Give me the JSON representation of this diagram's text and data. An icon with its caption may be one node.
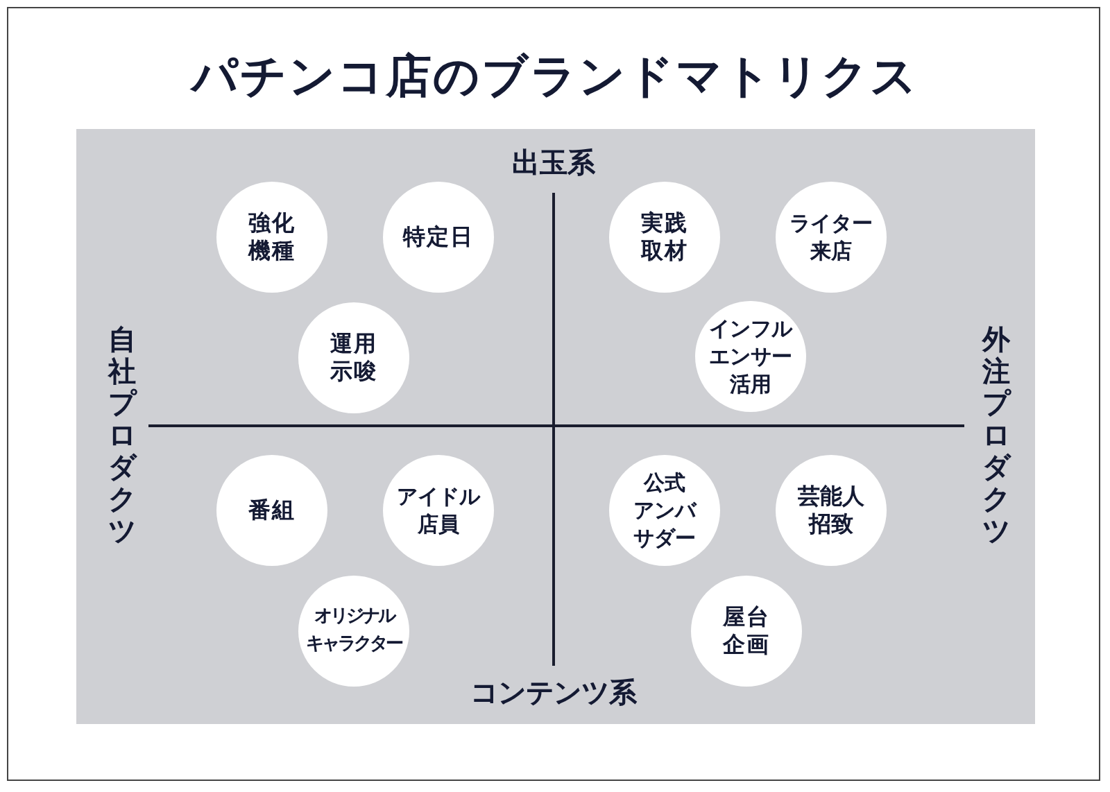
{
  "diagram": {
    "title": "パチンコ店のブランドマトリクス",
    "nodes": [
      {
        "text": [
          "強化機種"
        ]
      },
      {
        "text": [
          "特定日"
        ]
      },
      {
        "text": [
          "実践取材"
        ]
      },
      {
        "text": [
          "ライター来店"
        ]
      },
      {
        "text": [
          "運用示唆"
        ]
      },
      {
        "text": [
          "インフルエンサー活用"
        ]
      },
      {
        "text": [
          "番組"
        ]
      },
      {
        "text": [
          "アイドル店員"
        ]
      },
      {
        "text": [
          "公式アンバサダー"
        ]
      },
      {
        "text": [
          "芸能人招致"
        ]
      },
      {
        "text": [
          "オリジナルキャラクター"
        ]
      },
      {
        "text": [
          "屋台企画"
        ]
      }
    ],
    "labels": [
      "出玉系",
      "自社プロダクツ",
      "外注プロダクツ",
      "コンテンツ系"
    ]
  }
}
